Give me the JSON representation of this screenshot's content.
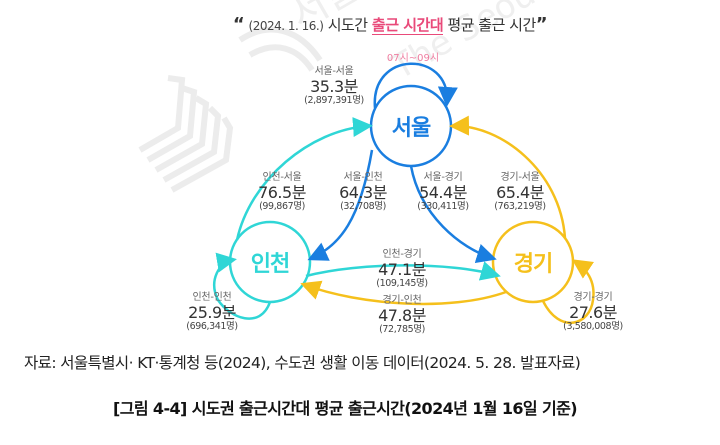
{
  "header": {
    "quote_open": "“",
    "date": "(2024. 1. 16.)",
    "title_pre": "시도간",
    "title_highlight": "출근 시간대",
    "title_post": "평균 출근 시간",
    "quote_close": "”",
    "subtitle": "07시~09시"
  },
  "nodes": {
    "seoul": {
      "label": "서울",
      "color": "#1a7ee0"
    },
    "incheon": {
      "label": "인천",
      "color": "#2fd6d6"
    },
    "gyeonggi": {
      "label": "경기",
      "color": "#f5c01c"
    }
  },
  "flows": {
    "seoul_seoul": {
      "route": "서울-서울",
      "time": "35.3분",
      "count": "(2,897,391명)"
    },
    "incheon_seoul": {
      "route": "인천-서울",
      "time": "76.5분",
      "count": "(99,867명)"
    },
    "seoul_incheon": {
      "route": "서울-인천",
      "time": "64.3분",
      "count": "(32,708명)"
    },
    "seoul_gyeonggi": {
      "route": "서울-경기",
      "time": "54.4분",
      "count": "(330,411명)"
    },
    "gyeonggi_seoul": {
      "route": "경기-서울",
      "time": "65.4분",
      "count": "(763,219명)"
    },
    "incheon_gyeonggi": {
      "route": "인천-경기",
      "time": "47.1분",
      "count": "(109,145명)"
    },
    "gyeonggi_incheon": {
      "route": "경기-인천",
      "time": "47.8분",
      "count": "(72,785명)"
    },
    "incheon_incheon": {
      "route": "인천-인천",
      "time": "25.9분",
      "count": "(696,341명)"
    },
    "gyeonggi_gyeonggi": {
      "route": "경기-경기",
      "time": "27.6분",
      "count": "(3,580,008명)"
    }
  },
  "footer": {
    "source": "자료: 서울특별시· KT·통계청 등(2024), 수도권 생활 이동 데이터(2024. 5. 28. 발표자료)",
    "caption": "[그림 4-4] 시도권 출근시간대 평균 출근시간(2024년 1월 16일 기준)"
  },
  "colors": {
    "highlight": "#e94a7a",
    "seoul": "#1a7ee0",
    "incheon": "#2fd6d6",
    "gyeonggi": "#f5c01c",
    "watermark": "#ececec"
  }
}
